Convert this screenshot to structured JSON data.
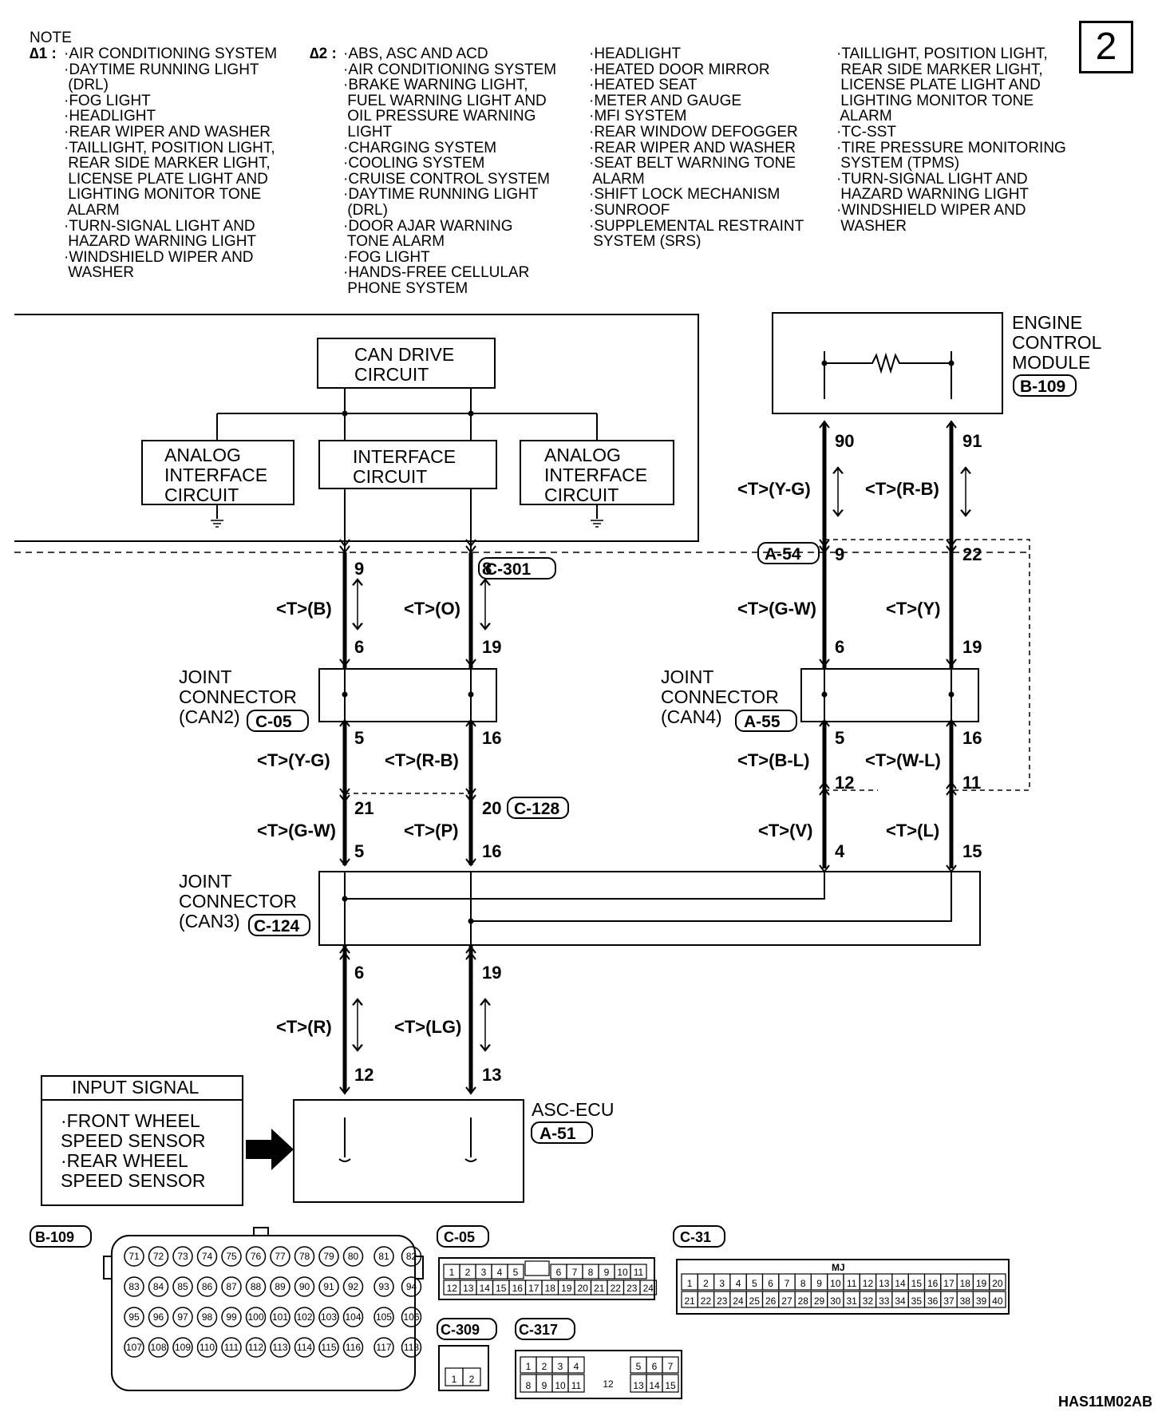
{
  "page_number": "2",
  "notes": {
    "heading": "NOTE",
    "star1_marker": "∆1 :",
    "star1_items": "·AIR CONDITIONING SYSTEM\n·DAYTIME RUNNING LIGHT\n (DRL)\n·FOG LIGHT\n·HEADLIGHT\n·REAR WIPER AND WASHER\n·TAILLIGHT, POSITION LIGHT,\n REAR SIDE MARKER LIGHT,\n LICENSE PLATE LIGHT AND\n LIGHTING MONITOR TONE\n ALARM\n·TURN-SIGNAL LIGHT AND\n HAZARD WARNING LIGHT\n·WINDSHIELD WIPER AND\n WASHER",
    "star2_marker": "∆2 :",
    "star2_col1": "·ABS, ASC AND ACD\n·AIR CONDITIONING SYSTEM\n·BRAKE WARNING LIGHT,\n FUEL WARNING LIGHT AND\n OIL PRESSURE WARNING\n LIGHT\n·CHARGING SYSTEM\n·COOLING SYSTEM\n·CRUISE CONTROL SYSTEM\n·DAYTIME RUNNING LIGHT\n (DRL)\n·DOOR AJAR WARNING\n TONE ALARM\n·FOG LIGHT\n·HANDS-FREE CELLULAR\n PHONE SYSTEM",
    "star2_col2": "·HEADLIGHT\n·HEATED DOOR MIRROR\n·HEATED SEAT\n·METER AND GAUGE\n·MFI SYSTEM\n·REAR WINDOW DEFOGGER\n·REAR WIPER AND WASHER\n·SEAT BELT WARNING TONE\n ALARM\n·SHIFT LOCK MECHANISM\n·SUNROOF\n·SUPPLEMENTAL RESTRAINT\n SYSTEM (SRS)",
    "star2_col3": "·TAILLIGHT, POSITION LIGHT,\n REAR SIDE MARKER LIGHT,\n LICENSE PLATE LIGHT AND\n LIGHTING MONITOR TONE\n ALARM\n·TC-SST\n·TIRE PRESSURE MONITORING\n SYSTEM (TPMS)\n·TURN-SIGNAL LIGHT AND\n HAZARD WARNING LIGHT\n·WINDSHIELD WIPER AND\n WASHER"
  },
  "blocks": {
    "can_drive": [
      "CAN DRIVE",
      "CIRCUIT"
    ],
    "analog_left": [
      "ANALOG",
      "INTERFACE",
      "CIRCUIT"
    ],
    "interface": [
      "INTERFACE",
      "CIRCUIT"
    ],
    "analog_right": [
      "ANALOG",
      "INTERFACE",
      "CIRCUIT"
    ],
    "ecm": [
      "ENGINE",
      "CONTROL",
      "MODULE"
    ],
    "ecm_code": "B-109",
    "joint_can2": [
      "JOINT",
      "CONNECTOR",
      "(CAN2)"
    ],
    "joint_can2_code": "C-05",
    "joint_can4": [
      "JOINT",
      "CONNECTOR",
      "(CAN4)"
    ],
    "joint_can4_code": "A-55",
    "joint_can3": [
      "JOINT",
      "CONNECTOR",
      "(CAN3)"
    ],
    "joint_can3_code": "C-124",
    "asc_ecu": "ASC-ECU",
    "asc_ecu_code": "A-51",
    "input_signal_title": "INPUT SIGNAL",
    "input_signal_items": [
      "·FRONT WHEEL",
      " SPEED SENSOR",
      "·REAR WHEEL",
      " SPEED SENSOR"
    ]
  },
  "connectors": {
    "c301": "C-301",
    "a54": "A-54",
    "c128": "C-128"
  },
  "pins": {
    "ecm_l": "90",
    "ecm_r": "91",
    "a54_l": "9",
    "a54_r": "22",
    "can4_in_l": "6",
    "can4_in_r": "19",
    "can4_out_l": "5",
    "can4_out_r": "16",
    "can4_mid_l": "12",
    "can4_mid_r": "11",
    "can3_in_r_l": "4",
    "can3_in_r_r": "15",
    "c301_l": "9",
    "c301_r": "8",
    "can2_in_l": "6",
    "can2_in_r": "19",
    "can2_out_l": "5",
    "can2_out_r": "16",
    "c128_l": "21",
    "c128_r": "20",
    "can3_in_l": "5",
    "can3_in_r": "16",
    "can3_out_l": "6",
    "can3_out_r": "19",
    "asc_l": "12",
    "asc_r": "13"
  },
  "wires": {
    "ecm_l": "<T>(Y-G)",
    "ecm_r": "<T>(R-B)",
    "a54_l": "<T>(G-W)",
    "a54_r": "<T>(Y)",
    "can4_l": "<T>(B-L)",
    "can4_r": "<T>(W-L)",
    "can4b_l": "<T>(V)",
    "can4b_r": "<T>(L)",
    "c301_l": "<T>(B)",
    "c301_r": "<T>(O)",
    "can2_l": "<T>(Y-G)",
    "can2_r": "<T>(R-B)",
    "c128_l": "<T>(G-W)",
    "c128_r": "<T>(P)",
    "can3_l": "<T>(R)",
    "can3_r": "<T>(LG)"
  },
  "connector_views": {
    "b109_label": "B-109",
    "b109_row1": [
      "71",
      "72",
      "73",
      "74",
      "75",
      "76",
      "77",
      "78",
      "79",
      "80",
      "81",
      "82"
    ],
    "b109_row2": [
      "83",
      "84",
      "85",
      "86",
      "87",
      "88",
      "89",
      "90",
      "91",
      "92",
      "93",
      "94"
    ],
    "b109_row3": [
      "95",
      "96",
      "97",
      "98",
      "99",
      "100",
      "101",
      "102",
      "103",
      "104",
      "105",
      "106"
    ],
    "b109_row4": [
      "107",
      "108",
      "109",
      "110",
      "111",
      "112",
      "113",
      "114",
      "115",
      "116",
      "117",
      "118"
    ],
    "c05_label": "C-05",
    "c05_row1": [
      "1",
      "2",
      "3",
      "4",
      "5",
      "",
      "6",
      "7",
      "8",
      "9",
      "10",
      "11"
    ],
    "c05_row2": [
      "12",
      "13",
      "14",
      "15",
      "16",
      "17",
      "18",
      "19",
      "20",
      "21",
      "22",
      "23",
      "24"
    ],
    "c31_label": "C-31",
    "c31_mark": "MJ",
    "c31_row1": [
      "1",
      "2",
      "3",
      "4",
      "5",
      "6",
      "7",
      "8",
      "9",
      "10",
      "11",
      "12",
      "13",
      "14",
      "15",
      "16",
      "17",
      "18",
      "19",
      "20"
    ],
    "c31_row2": [
      "21",
      "22",
      "23",
      "24",
      "25",
      "26",
      "27",
      "28",
      "29",
      "30",
      "31",
      "32",
      "33",
      "34",
      "35",
      "36",
      "37",
      "38",
      "39",
      "40"
    ],
    "c309_label": "C-309",
    "c309_pins": [
      "1",
      "2"
    ],
    "c317_label": "C-317",
    "c317_row1a": [
      "1",
      "2",
      "3",
      "4"
    ],
    "c317_row1b": [
      "5",
      "6",
      "7"
    ],
    "c317_row2a": [
      "8",
      "9",
      "10",
      "11"
    ],
    "c317_center": "12",
    "c317_row2b": [
      "13",
      "14",
      "15"
    ]
  },
  "figure_code": "HAS11M02AB"
}
